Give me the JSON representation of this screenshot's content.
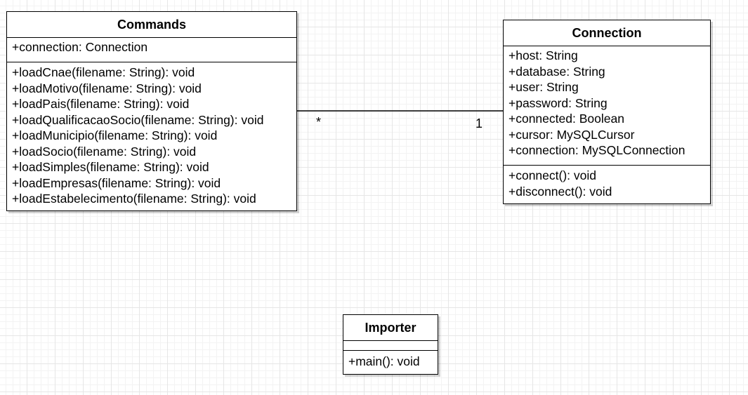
{
  "classes": {
    "commands": {
      "name": "Commands",
      "attributes": [
        "+connection: Connection"
      ],
      "methods": [
        "+loadCnae(filename: String): void",
        "+loadMotivo(filename: String): void",
        "+loadPais(filename: String): void",
        "+loadQualificacaoSocio(filename: String): void",
        "+loadMunicipio(filename: String): void",
        "+loadSocio(filename: String): void",
        "+loadSimples(filename: String): void",
        "+loadEmpresas(filename: String): void",
        "+loadEstabelecimento(filename: String): void"
      ]
    },
    "connection": {
      "name": "Connection",
      "attributes": [
        "+host: String",
        "+database: String",
        "+user: String",
        "+password: String",
        "+connected: Boolean",
        "+cursor: MySQLCursor",
        "+connection: MySQLConnection"
      ],
      "methods": [
        "+connect(): void",
        "+disconnect(): void"
      ]
    },
    "importer": {
      "name": "Importer",
      "attributes": [],
      "methods": [
        "+main(): void"
      ]
    }
  },
  "association": {
    "commands_multiplicity": "*",
    "connection_multiplicity": "1"
  }
}
